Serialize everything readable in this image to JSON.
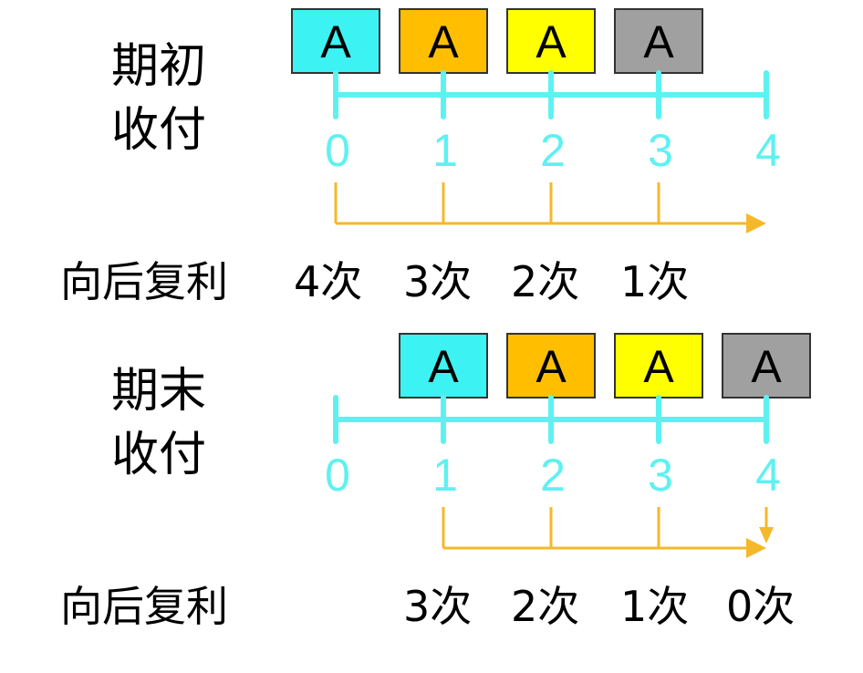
{
  "colors": {
    "timeline": "#5ef1f1",
    "arrow": "#f5b82a",
    "cyan_box": "#3df2f2",
    "orange_box": "#ffbf00",
    "yellow_box": "#ffff00",
    "gray_box": "#a0a0a0"
  },
  "top": {
    "label_line1": "期初",
    "label_line2": "收付",
    "box_letter": "A",
    "ticks": [
      "0",
      "1",
      "2",
      "3",
      "4"
    ],
    "caption": "向后复利",
    "counts": [
      "4次",
      "3次",
      "2次",
      "1次"
    ]
  },
  "bottom": {
    "label_line1": "期末",
    "label_line2": "收付",
    "box_letter": "A",
    "ticks": [
      "0",
      "1",
      "2",
      "3",
      "4"
    ],
    "caption": "向后复利",
    "counts": [
      "3次",
      "2次",
      "1次",
      "0次"
    ]
  }
}
